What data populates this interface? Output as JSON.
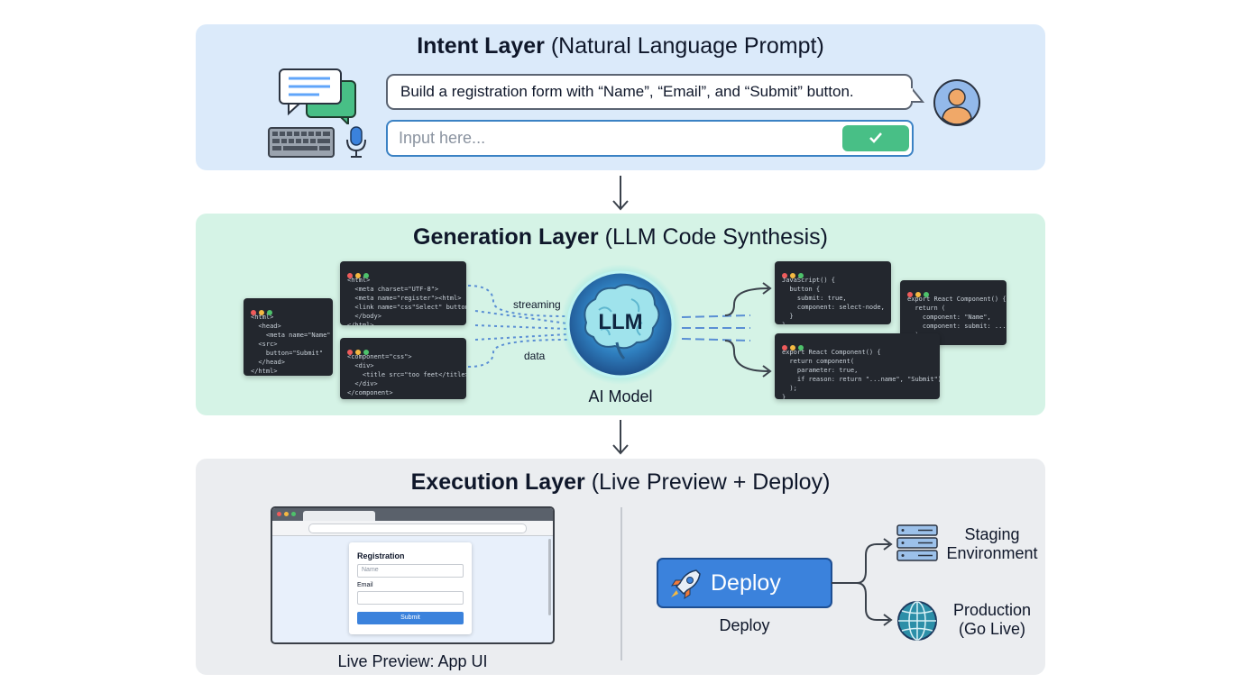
{
  "intent": {
    "title_bold": "Intent Layer",
    "title_sub": "(Natural Language Prompt)",
    "prompt_text": "Build a registration form with “Name”, “Email”, and “Submit” button.",
    "input_placeholder": "Input here..."
  },
  "generation": {
    "title_bold": "Generation Layer",
    "title_sub": "(LLM Code Synthesis)",
    "stream_label_1": "streaming",
    "stream_label_2": "data",
    "llm_label": "LLM",
    "model_label": "AI Model",
    "code_in_1": [
      "<html>",
      "  <head>",
      "    <meta name=\"Name\"",
      "  <src>",
      "    button=\"Submit\"",
      "  </head>",
      "</html>"
    ],
    "code_in_2": [
      "<html>",
      "  <meta charset=\"UTF-8\">",
      "  <meta name=\"register\"><html>",
      "  <link name=\"css\"Select\" button>",
      "  </body>",
      "</html>"
    ],
    "code_in_3": [
      "<component=\"css\">",
      "  <div>",
      "    <title src=\"too feet</title>",
      "  </div>",
      "</component>"
    ],
    "code_out_1": [
      "JavaScript() {",
      "  button {",
      "    submit: true,",
      "    component: select-node,",
      "  }",
      "}"
    ],
    "code_out_2": [
      "export React Component() {",
      "  return (",
      "    component: \"Name\",",
      "    component: submit: ...",
      "  );",
      "}"
    ],
    "code_out_3": [
      "export React Component() {",
      "  return component(",
      "    parameter: true,",
      "    if reason: return \"...name\", \"Submit\")",
      "  );",
      "}"
    ]
  },
  "execution": {
    "title_bold": "Execution Layer",
    "title_sub": "(Live Preview + Deploy)",
    "form_title": "Registration",
    "name_placeholder": "Name",
    "email_label": "Email",
    "submit_label": "Submit",
    "preview_caption": "Live Preview: App UI",
    "deploy_button": "Deploy",
    "deploy_caption": "Deploy",
    "staging_line1": "Staging",
    "staging_line2": "Environment",
    "production_line1": "Production",
    "production_line2": "(Go Live)"
  },
  "colors": {
    "intent_bg": "#dbeafa",
    "generation_bg": "#d5f3e6",
    "execution_bg": "#ebedf0",
    "accent_blue": "#3b82dc",
    "accent_green": "#48bf86"
  }
}
